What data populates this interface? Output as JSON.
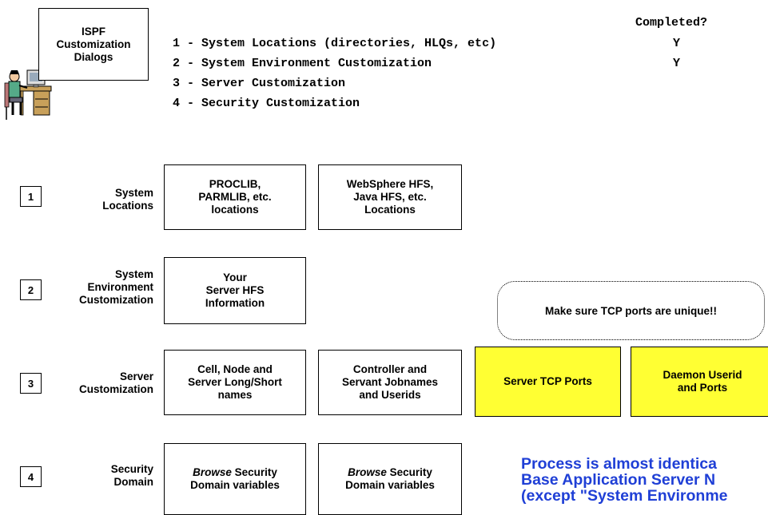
{
  "dialog_box": {
    "label": "ISPF\nCustomization\nDialogs"
  },
  "menu": {
    "completed_header": "Completed?",
    "items": [
      {
        "text": "1 - System Locations (directories, HLQs, etc)",
        "completed": "Y"
      },
      {
        "text": "2 - System Environment Customization",
        "completed": "Y"
      },
      {
        "text": "3 - Server Customization",
        "completed": ""
      },
      {
        "text": "4 - Security Customization",
        "completed": ""
      }
    ]
  },
  "rows": [
    {
      "number": "1",
      "label": "System\nLocations",
      "boxes": [
        "PROCLIB,\nPARMLIB, etc.\nlocations",
        "WebSphere HFS,\nJava HFS, etc.\nLocations"
      ]
    },
    {
      "number": "2",
      "label": "System\nEnvironment\nCustomization",
      "boxes": [
        "Your\nServer HFS\nInformation"
      ]
    },
    {
      "number": "3",
      "label": "Server\nCustomization",
      "boxes": [
        "Cell, Node and\nServer Long/Short\nnames",
        "Controller and\nServant Jobnames\nand Userids",
        "Server TCP Ports",
        "Daemon Userid\nand Ports"
      ]
    },
    {
      "number": "4",
      "label": "Security\nDomain",
      "boxes": [
        "Browse Security\nDomain variables",
        "Browse Security\nDomain variables"
      ]
    }
  ],
  "note": "Make sure TCP ports are unique!!",
  "bottom_note": "Process is almost identica\nBase Application Server N\n(except \"System Environme",
  "colors": {
    "highlight": "#ffff33",
    "blue_text": "#1f3fd6"
  },
  "icons": {
    "person": "person-at-computer-clipart"
  }
}
